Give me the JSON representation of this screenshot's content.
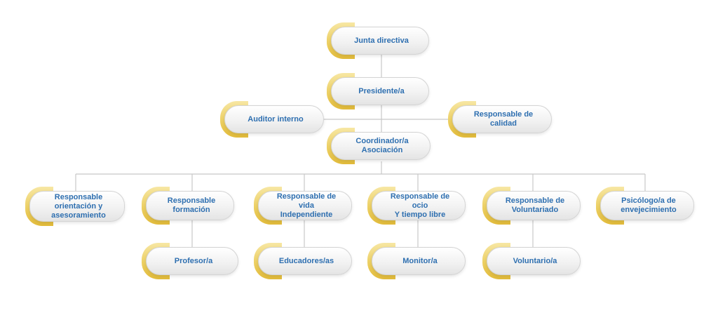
{
  "org_chart": {
    "junta": "Junta directiva",
    "presidente": "Presidente/a",
    "auditor": "Auditor interno",
    "calidad": "Responsable de\ncalidad",
    "coordinador": "Coordinador/a\nAsociación",
    "orientacion": "Responsable\norientación y\nasesoramiento",
    "formacion": "Responsable\nformación",
    "vida_independiente": "Responsable  de vida\nIndependiente",
    "ocio": "Responsable  de ocio\nY tiempo  libre",
    "voluntariado": "Responsable  de\nVoluntariado",
    "psicologo": "Psicólogo/a de\nenvejecimiento",
    "profesor": "Profesor/a",
    "educadores": "Educadores/as",
    "monitor": "Monitor/a",
    "voluntario": "Voluntario/a"
  },
  "colors": {
    "text": "#2e6fb0",
    "accent": "#e8c64f",
    "line": "#c8c8c8"
  }
}
